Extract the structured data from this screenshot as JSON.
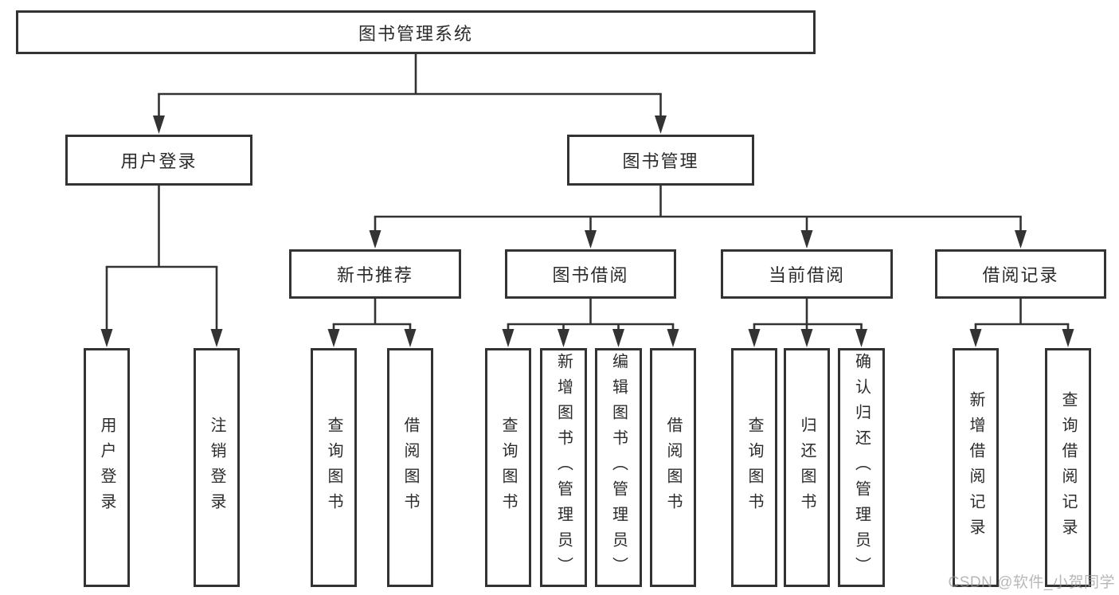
{
  "diagram": {
    "nodes": [
      {
        "id": "root",
        "label": "图书管理系统",
        "parent": null
      },
      {
        "id": "user-login",
        "label": "用户登录",
        "parent": "root"
      },
      {
        "id": "book-mgmt",
        "label": "图书管理",
        "parent": "root"
      },
      {
        "id": "new-book-rec",
        "label": "新书推荐",
        "parent": "book-mgmt"
      },
      {
        "id": "book-borrow",
        "label": "图书借阅",
        "parent": "book-mgmt"
      },
      {
        "id": "current-borrow",
        "label": "当前借阅",
        "parent": "book-mgmt"
      },
      {
        "id": "borrow-records",
        "label": "借阅记录",
        "parent": "book-mgmt"
      },
      {
        "id": "leaf-user-login",
        "label": "用户登录",
        "parent": "user-login"
      },
      {
        "id": "leaf-logout",
        "label": "注销登录",
        "parent": "user-login"
      },
      {
        "id": "leaf-nbr-query-book",
        "label": "查询图书",
        "parent": "new-book-rec"
      },
      {
        "id": "leaf-nbr-borrow-book",
        "label": "借阅图书",
        "parent": "new-book-rec"
      },
      {
        "id": "leaf-bb-query-book",
        "label": "查询图书",
        "parent": "book-borrow"
      },
      {
        "id": "leaf-bb-add-book",
        "label": "新增图书（管理员）",
        "parent": "book-borrow"
      },
      {
        "id": "leaf-bb-edit-book",
        "label": "编辑图书（管理员）",
        "parent": "book-borrow"
      },
      {
        "id": "leaf-bb-borrow-book",
        "label": "借阅图书",
        "parent": "book-borrow"
      },
      {
        "id": "leaf-cb-query-book",
        "label": "查询图书",
        "parent": "current-borrow"
      },
      {
        "id": "leaf-cb-return-book",
        "label": "归还图书",
        "parent": "current-borrow"
      },
      {
        "id": "leaf-cb-confirm-return",
        "label": "确认归还（管理员）",
        "parent": "current-borrow"
      },
      {
        "id": "leaf-br-add-record",
        "label": "新增借阅记录",
        "parent": "borrow-records"
      },
      {
        "id": "leaf-br-query-record",
        "label": "查询借阅记录",
        "parent": "borrow-records"
      }
    ]
  },
  "watermark": {
    "text": "CSDN @软件_小贺同学"
  },
  "colors": {
    "line": "#333333",
    "box_border": "#333333",
    "text": "#2b2b2b",
    "watermark": "#9a9a9a",
    "background": "#ffffff"
  }
}
